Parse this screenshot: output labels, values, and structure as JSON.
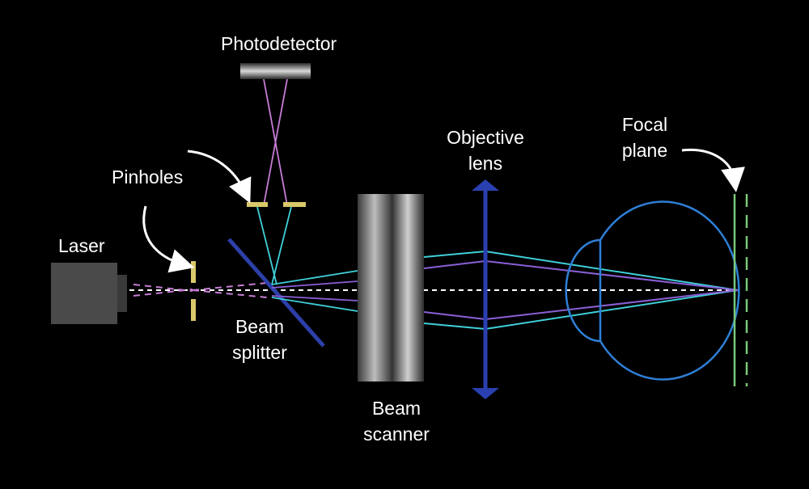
{
  "diagram": {
    "labels": {
      "photodetector": "Photodetector",
      "pinholes": "Pinholes",
      "laser": "Laser",
      "beam_splitter": [
        "Beam",
        "splitter"
      ],
      "beam_scanner": [
        "Beam",
        "scanner"
      ],
      "objective_lens": [
        "Objective",
        "lens"
      ],
      "focal_plane": [
        "Focal",
        "plane"
      ]
    },
    "colors": {
      "background": "#000000",
      "pinhole": "#d9c96a",
      "laser_beam": "#c77dd6",
      "return_beam_cyan": "#3fd0d8",
      "return_beam_purple": "#8a5fd6",
      "beam_splitter": "#2d3fa8",
      "lens": "#2a40b0",
      "eye": "#2f7fd6",
      "focal_plane": "#7ac97a",
      "axis": "#ffffff"
    }
  }
}
